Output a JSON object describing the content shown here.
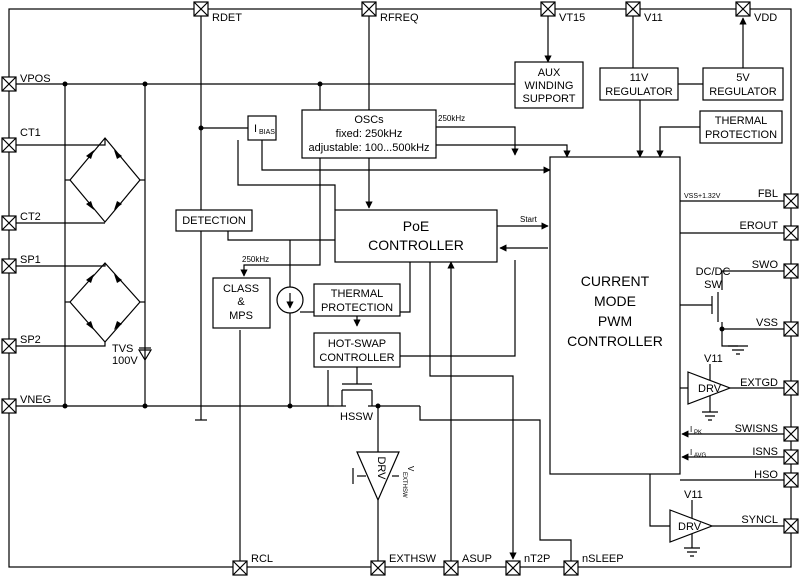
{
  "pins": {
    "rdet": "RDET",
    "rfreq": "RFREQ",
    "vt15": "VT15",
    "v11": "V11",
    "vdd": "VDD",
    "vpos": "VPOS",
    "ct1": "CT1",
    "ct2": "CT2",
    "sp1": "SP1",
    "sp2": "SP2",
    "vneg": "VNEG",
    "fbl": "FBL",
    "erout": "EROUT",
    "swo": "SWO",
    "vss": "VSS",
    "extgd": "EXTGD",
    "swisns": "SWISNS",
    "isns": "ISNS",
    "hso": "HSO",
    "syncl": "SYNCL",
    "rcl": "RCL",
    "exthsw": "EXTHSW",
    "asup": "ASUP",
    "nt2p": "nT2P",
    "nsleep": "nSLEEP"
  },
  "blocks": {
    "aux": [
      "AUX",
      "WINDING",
      "SUPPORT"
    ],
    "reg11": [
      "11V",
      "REGULATOR"
    ],
    "reg5": [
      "5V",
      "REGULATOR"
    ],
    "thermal_top": [
      "THERMAL",
      "PROTECTION"
    ],
    "oscs": [
      "OSCs",
      "fixed: 250kHz",
      "adjustable: 100...500kHz"
    ],
    "ibias_main": "I",
    "ibias_sub": "BIAS",
    "detection": "DETECTION",
    "poe": [
      "PoE",
      "CONTROLLER"
    ],
    "class": [
      "CLASS",
      "&",
      "MPS"
    ],
    "thermal_mid": [
      "THERMAL",
      "PROTECTION"
    ],
    "hotswap": [
      "HOT-SWAP",
      "CONTROLLER"
    ],
    "pwm": [
      "CURRENT",
      "MODE",
      "PWM",
      "CONTROLLER"
    ]
  },
  "labels": {
    "khz_osc": "250kHz",
    "khz_class": "250kHz",
    "start": "Start",
    "vss_ref": "VSS+1.32V",
    "dcdc": [
      "DC/DC",
      "SW"
    ],
    "hssw": "HSSW",
    "tvs": [
      "TVS",
      "100V"
    ],
    "drv": "DRV",
    "v11_extgd": "V11",
    "v11_syncl": "V11",
    "vexthsw": "V",
    "vexthsw_sub": "EXTHSW",
    "ipk": "I",
    "ipk_sub": "PK",
    "iavg": "I",
    "iavg_sub": "AVG"
  }
}
